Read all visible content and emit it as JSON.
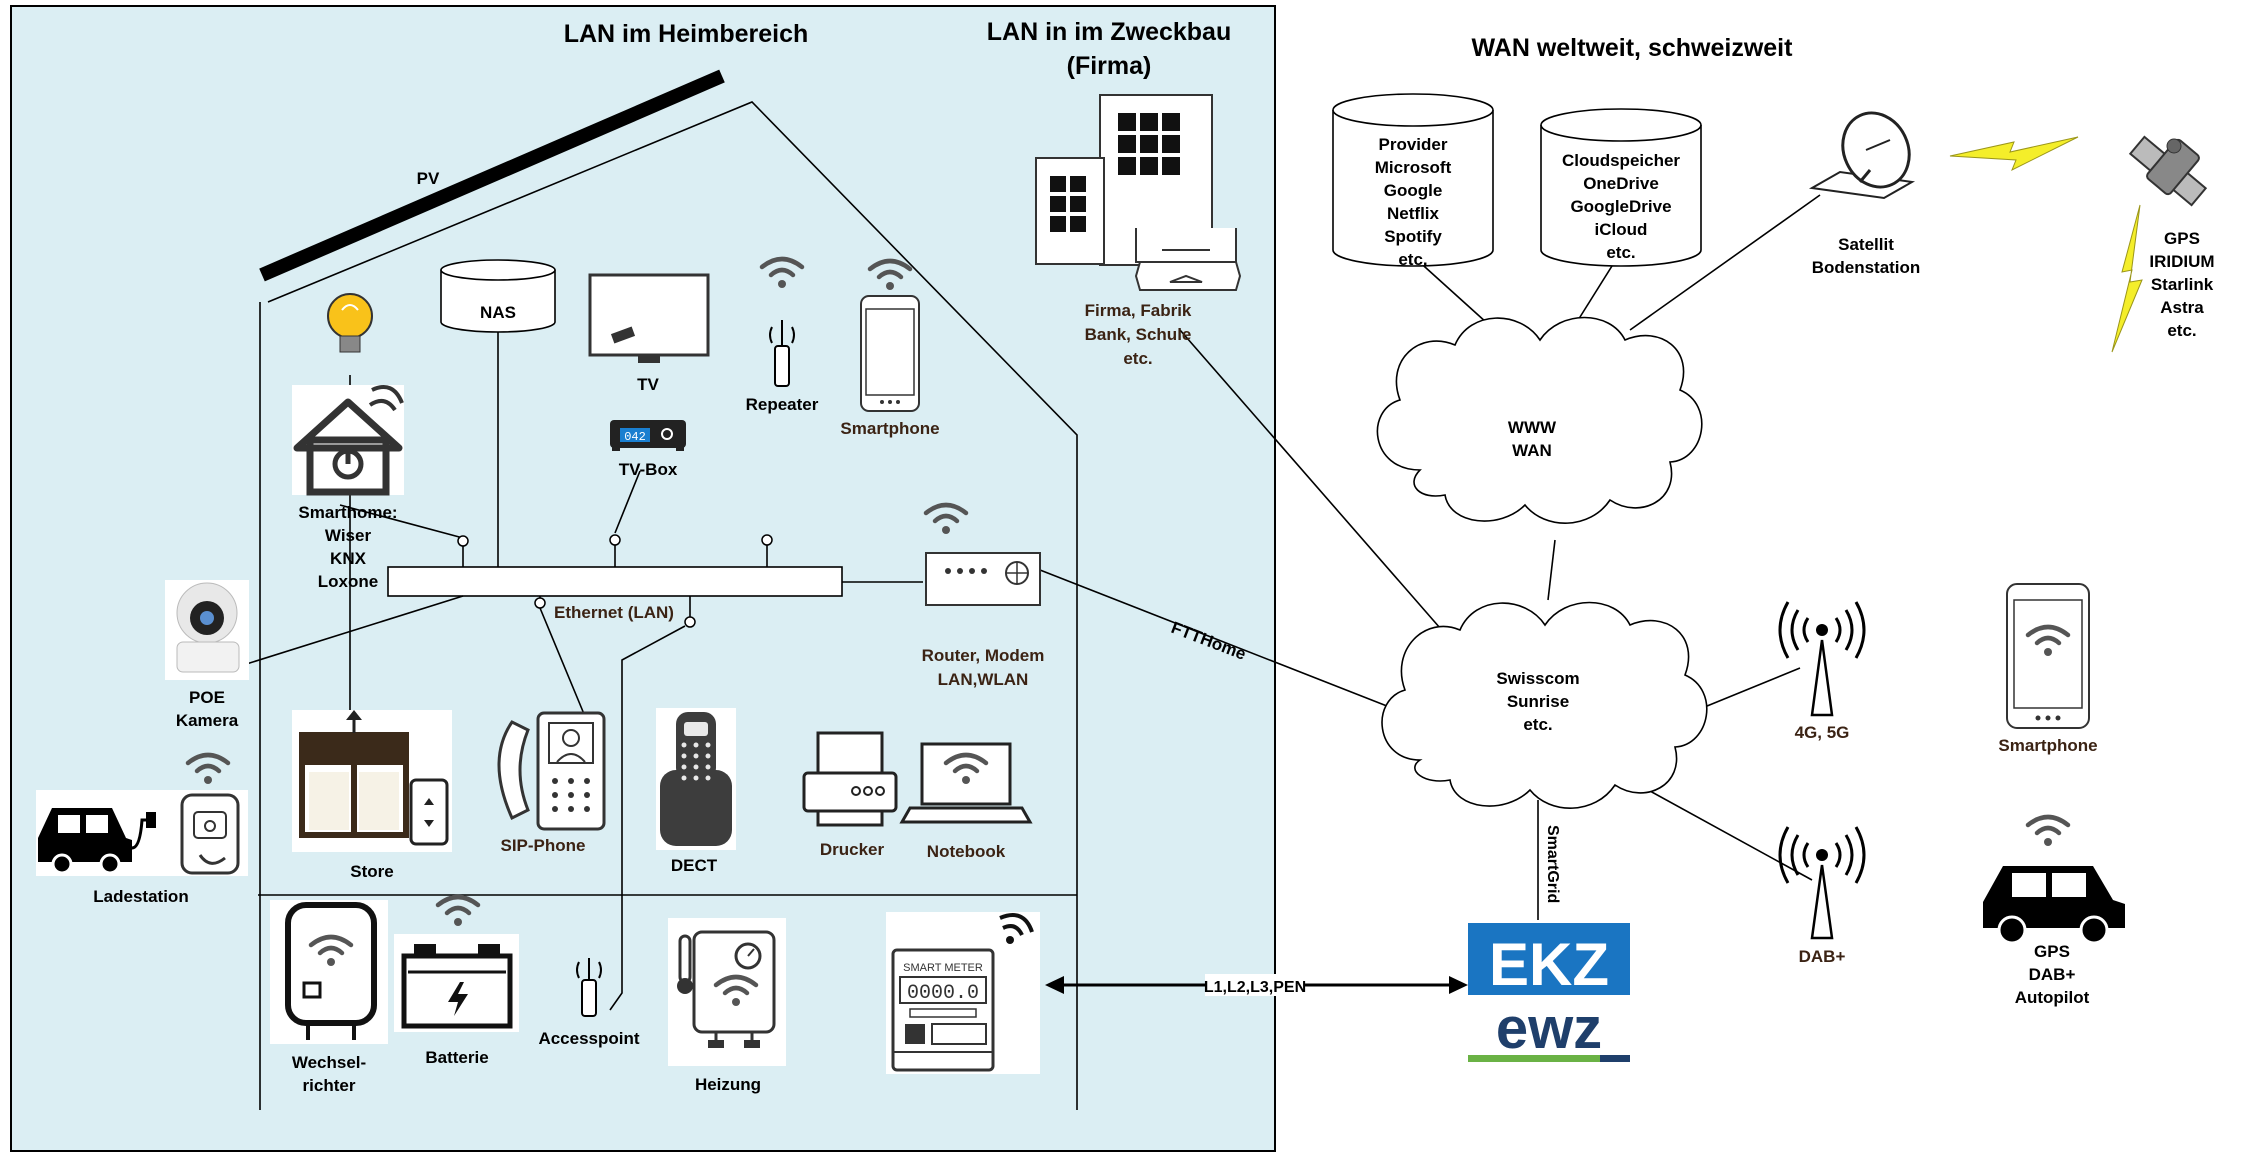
{
  "headers": {
    "lan_home": "LAN im Heimbereich",
    "lan_company_1": "LAN in im Zweckbau",
    "lan_company_2": "(Firma)",
    "wan": "WAN weltweit, schweizweit"
  },
  "labels": {
    "pv": "PV",
    "nas": "NAS",
    "tv": "TV",
    "tv_box": "TV-Box",
    "tv_box_display": "042",
    "repeater": "Repeater",
    "smartphone_lan": "Smartphone",
    "smarthome": [
      "Smarthome:",
      "Wiser",
      "KNX",
      "Loxone"
    ],
    "ethernet": "Ethernet (LAN)",
    "router": [
      "Router, Modem",
      "LAN,WLAN"
    ],
    "poe_camera": [
      "POE",
      "Kamera"
    ],
    "store": "Store",
    "sip_phone": "SIP-Phone",
    "dect": "DECT",
    "drucker": "Drucker",
    "notebook": "Notebook",
    "ladestation": "Ladestation",
    "wechselrichter": [
      "Wechsel-",
      "richter"
    ],
    "batterie": "Batterie",
    "accesspoint": "Accesspoint",
    "heizung": "Heizung",
    "smart_meter_title": "SMART METER",
    "smart_meter_value": "0000.0",
    "firma": [
      "Firma, Fabrik",
      "Bank, Schule",
      "etc."
    ],
    "provider": [
      "Provider",
      "Microsoft",
      "Google",
      "Netflix",
      "Spotify",
      "etc."
    ],
    "cloud_storage": [
      "Cloudspeicher",
      "OneDrive",
      "GoogleDrive",
      "iCloud",
      "etc."
    ],
    "satellite_station": [
      "Satellit",
      "Bodenstation"
    ],
    "gps_sat": [
      "GPS",
      "IRIDIUM",
      "Starlink",
      "Astra",
      "etc."
    ],
    "www": [
      "WWW",
      "WAN"
    ],
    "isp": [
      "Swisscom",
      "Sunrise",
      "etc."
    ],
    "ftthome": "FTTHome",
    "smartgrid": "SmartGrid",
    "power_line": "L1,L2,L3,PEN",
    "mobile": "4G, 5G",
    "smartphone_wan": "Smartphone",
    "dab": "DAB+",
    "car": [
      "GPS",
      "DAB+",
      "Autopilot"
    ],
    "ekz_top": "EKZ",
    "ekz_bottom": "ewz"
  },
  "colors": {
    "lan_bg": "#dbeef3",
    "label_brown": "#3b2314",
    "ekz_blue": "#1a75c2",
    "ekz_dark": "#1f3f6b",
    "ekz_green": "#6ab245",
    "lightning": "#f4ee2a"
  }
}
